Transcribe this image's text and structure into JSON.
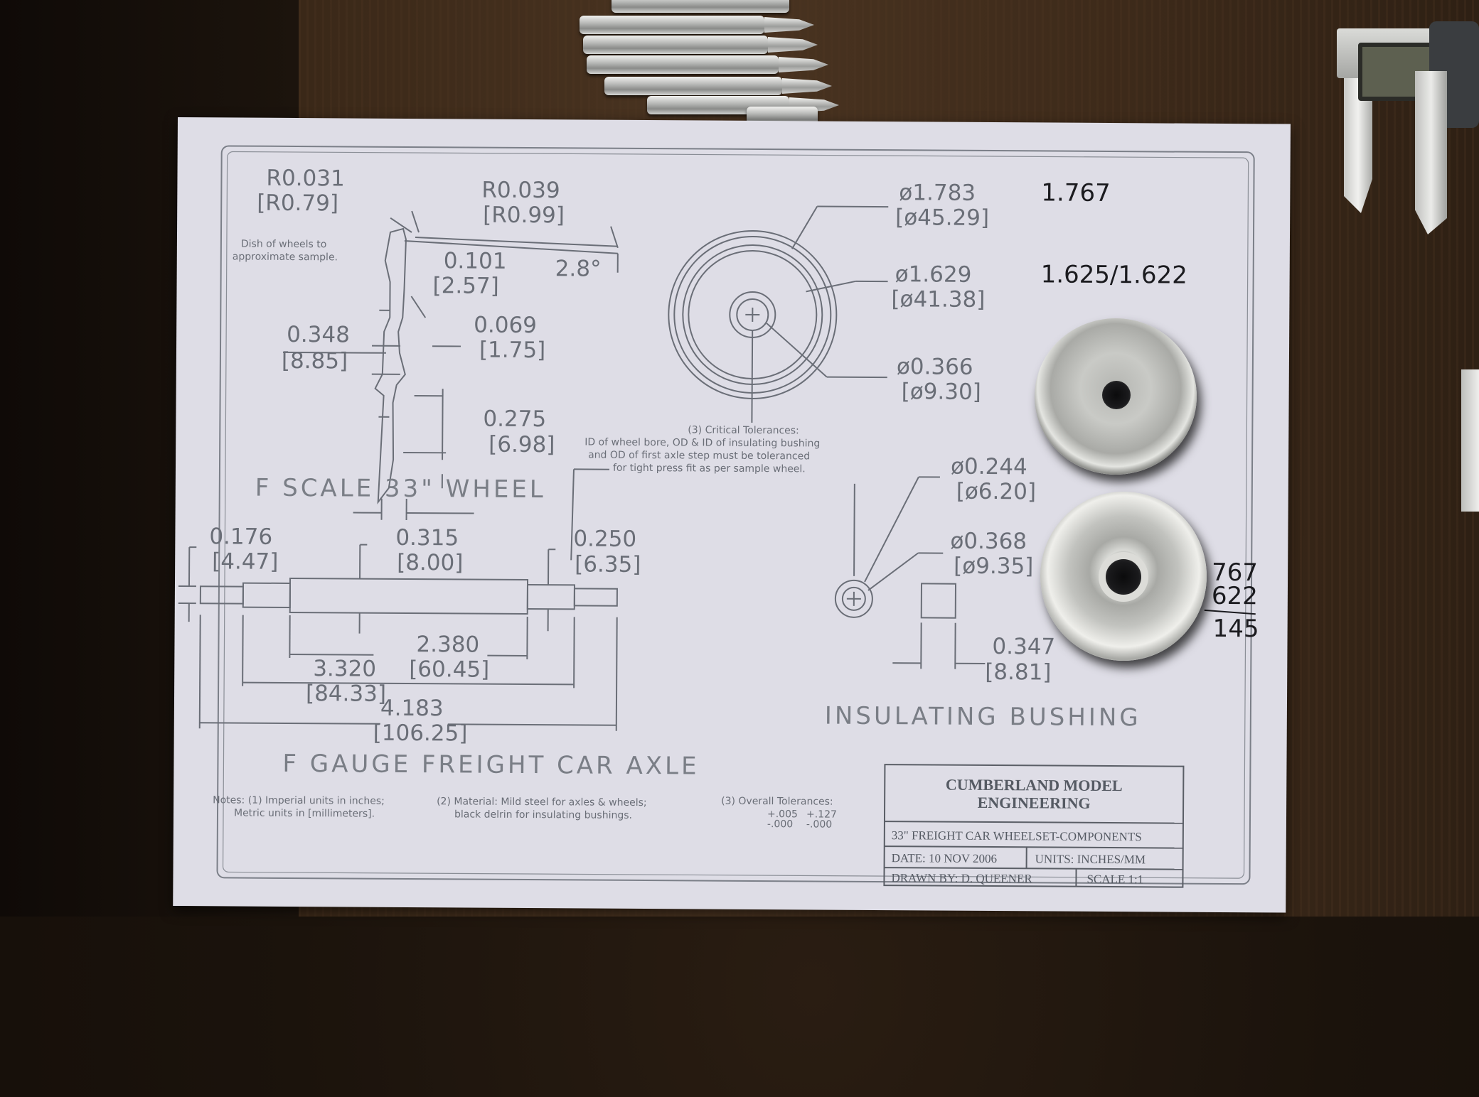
{
  "wheel_drawing": {
    "r_outer": "R0.031",
    "r_outer_mm": "[R0.79]",
    "r_inner": "R0.039",
    "r_inner_mm": "[R0.99]",
    "dish_note_1": "Dish of wheels to",
    "dish_note_2": "approximate sample.",
    "thickness": "0.101",
    "thickness_mm": "[2.57]",
    "taper": "2.8°",
    "width": "0.348",
    "width_mm": "[8.85]",
    "flange": "0.069",
    "flange_mm": "[1.75]",
    "tread": "0.275",
    "tread_mm": "[6.98]",
    "title": "F  SCALE  33\"  WHEEL"
  },
  "wheel_front": {
    "od": "ø1.783",
    "od_mm": "[ø45.29]",
    "tread_d": "ø1.629",
    "tread_d_mm": "[ø41.38]",
    "bore": "ø0.366",
    "bore_mm": "[ø9.30]"
  },
  "tolerance_note": {
    "line1": "(3) Critical Tolerances:",
    "line2": "ID of wheel bore, OD & ID of insulating bushing",
    "line3": "and OD of first axle step must be toleranced",
    "line4": "for tight press fit as per sample wheel."
  },
  "axle_drawing": {
    "d1": "0.176",
    "d1_mm": "[4.47]",
    "d2": "0.315",
    "d2_mm": "[8.00]",
    "d3": "0.250",
    "d3_mm": "[6.35]",
    "l1": "2.380",
    "l1_mm": "[60.45]",
    "l2": "3.320",
    "l2_mm": "[84.33]",
    "l3": "4.183",
    "l3_mm": "[106.25]",
    "title": "F  GAUGE  FREIGHT  CAR  AXLE"
  },
  "bushing": {
    "id": "ø0.244",
    "id_mm": "[ø6.20]",
    "od": "ø0.368",
    "od_mm": "[ø9.35]",
    "len": "0.347",
    "len_mm": "[8.81]",
    "title": "INSULATING  BUSHING"
  },
  "notes": {
    "n1a": "Notes: (1) Imperial units in inches;",
    "n1b": "Metric units in [millimeters].",
    "n2a": "(2) Material: Mild steel for axles & wheels;",
    "n2b": "black delrin for insulating bushings.",
    "n3a": "(3) Overall Tolerances:",
    "n3b": "+.005",
    "n3c": "-.000",
    "n3d": "+.127",
    "n3e": "-.000"
  },
  "title_block": {
    "company1": "CUMBERLAND MODEL",
    "company2": "ENGINEERING",
    "drawing_title": "33\" FREIGHT CAR WHEELSET-COMPONENTS",
    "date": "DATE: 10 NOV 2006",
    "units": "UNITS: INCHES/MM",
    "drawn": "DRAWN BY: D. QUEENER",
    "scale": "SCALE 1:1"
  },
  "handwriting": {
    "h1": "1.767",
    "h2": "1.625/1.622",
    "h3": "767",
    "h4": "622",
    "h5": "145"
  }
}
